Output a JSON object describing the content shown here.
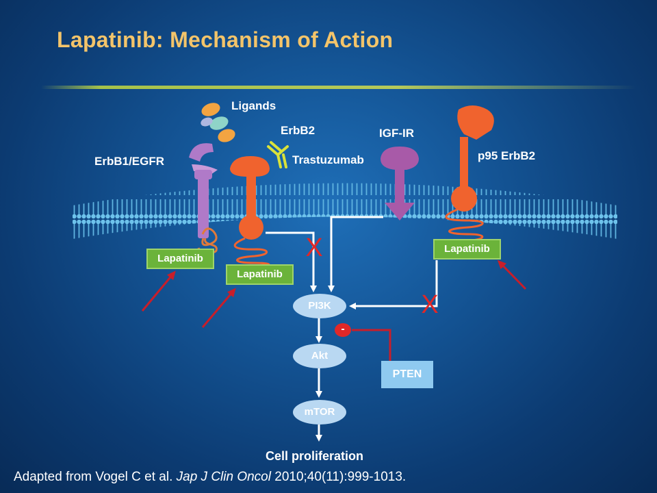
{
  "title": "Lapatinib: Mechanism of Action",
  "labels": {
    "ligands": "Ligands",
    "erbb2": "ErbB2",
    "igf_ir": "IGF-IR",
    "p95_erbb2": "p95 ErbB2",
    "erbb1_egfr": "ErbB1/EGFR",
    "trastuzumab": "Trastuzumab"
  },
  "drug_tags": [
    "Lapatinib",
    "Lapatinib",
    "Lapatinib"
  ],
  "pathway": {
    "nodes": [
      "PI3K",
      "Akt",
      "mTOR"
    ],
    "inhibitor": "PTEN",
    "inhibition_sign": "-",
    "outcome": "Cell proliferation"
  },
  "block_marks": [
    "X",
    "X"
  ],
  "citation": {
    "prefix": "Adapted from Vogel C et al. ",
    "journal": "Jap J Clin Oncol",
    "details": " 2010;40(11):999-1013."
  },
  "colors": {
    "title": "#f3c46a",
    "erbb1_receptor": "#b07ac8",
    "erbb2_receptor": "#f0632e",
    "igf_receptor": "#a85aa8",
    "drug_tag": "#6bb33a",
    "block_mark": "#e02828",
    "ligands": [
      "#f2a442",
      "#8fd4c8",
      "#aeb7e0",
      "#f2a442"
    ],
    "antibody": "#d9e23a"
  }
}
